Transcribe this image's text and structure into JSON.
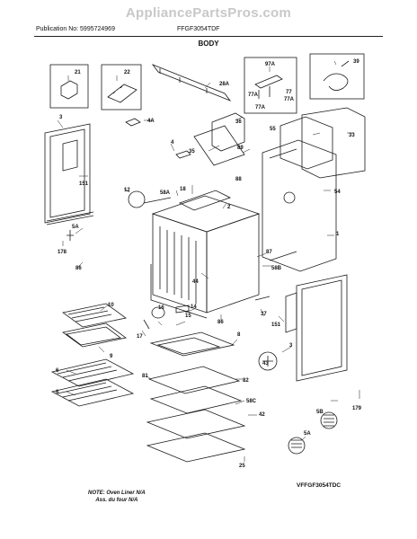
{
  "header": {
    "watermark": "AppliancePartsPros.com",
    "publication": "Publication No: 5995724969",
    "model": "FFGF3054TDF",
    "section_title": "BODY"
  },
  "footer": {
    "note_line1": "NOTE: Oven Liner N/A",
    "note_line2": "Ass. du four N/A",
    "diagram_code": "VFFGF3054TDC"
  },
  "callouts": {
    "c21": "21",
    "c22": "22",
    "c28a": "28A",
    "c97a": "97A",
    "c39": "39",
    "c77a1": "77A",
    "c77": "77",
    "c77a2": "77A",
    "c77a3": "77A",
    "c3a": "3",
    "c4a": "4A",
    "c36": "36",
    "c55": "55",
    "c33": "33",
    "c151a": "151",
    "c4": "4",
    "c35": "35",
    "c89": "89",
    "c88": "88",
    "c54": "54",
    "c12": "12",
    "c18": "18",
    "c58a": "58A",
    "c2": "2",
    "c1": "1",
    "c5a1": "5A",
    "c178a": "178",
    "c87": "87",
    "c58b": "58B",
    "c86a": "86",
    "c44": "44",
    "c37": "37",
    "c151b": "151",
    "c10": "10",
    "c16": "16",
    "c14": "14",
    "c15": "15",
    "c86b": "86",
    "c17": "17",
    "c8": "8",
    "c9": "9",
    "c3b": "3",
    "c43": "43",
    "c81": "81",
    "c82": "82",
    "c6a": "6",
    "c6b": "6",
    "c58c": "58C",
    "c42": "42",
    "c179": "179",
    "c5b": "5B",
    "c5a2": "5A",
    "c25": "25"
  }
}
